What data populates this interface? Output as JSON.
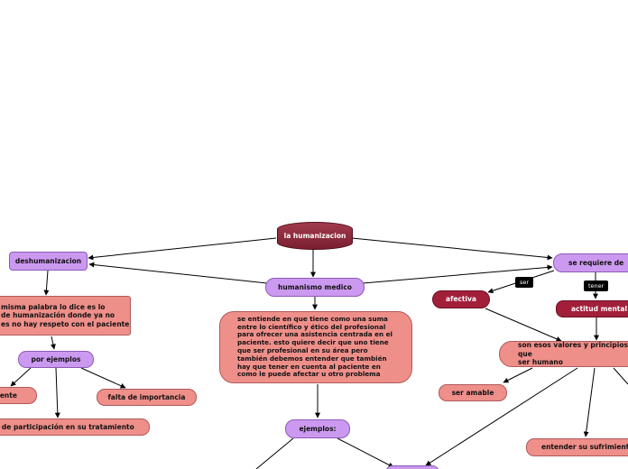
{
  "nodes": {
    "root": "la humanizacion",
    "deshumanizacion": "deshumanizacion",
    "humanismo_medico": "humanismo medico",
    "se_requiere_de": "se requiere de",
    "deshumanizacion_desc": "misma palabra lo dice es lo\nde humanización  donde ya no\nes no hay respeto con el paciente",
    "por_ejemplos": "por ejemplos",
    "mente": "mente",
    "falta_importancia": "falta de importancia",
    "participacion": "cia de participación en su tratamiento",
    "humanismo_desc": "se entiende en que tiene como una suma\nentre lo científico y ético del profesional\npara  ofrecer una asistencia centrada en el\npaciente. esto quiere decir que uno tiene\nque ser  profesional  en su área pero\ntambién debemos entender  que  también\nhay que tener en cuenta  al paciente en\ncomo le puede afectar  u otro problema",
    "ejemplos": "ejemplos:",
    "afectiva": "afectiva",
    "actitud_mental": "actitud mental",
    "valores": "son esos valores y principios que\nser humano",
    "ser_amable": "ser amable",
    "sufrimiento": "entender su sufrimiento"
  },
  "tags": {
    "ser": "ser",
    "tener": "tener"
  },
  "colors": {
    "violet": "#cc99f0",
    "salmon": "#ee8f8a",
    "maroon": "#7a1f30",
    "crimson": "#a21f3a"
  }
}
